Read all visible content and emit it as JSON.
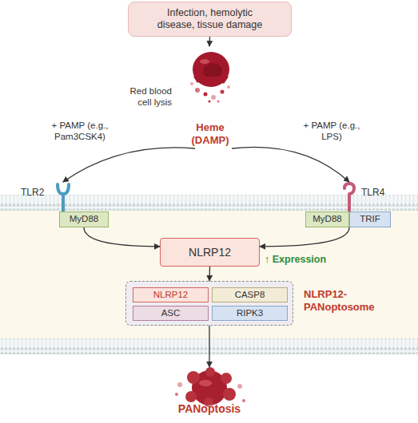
{
  "diagram": {
    "nodes": [
      {
        "text": [
          "Infection, hemolytic disease, tissue damage"
        ]
      },
      {
        "text": [
          "Red blood cell lysis",
          "Heme (DAMP)"
        ]
      },
      {
        "text": [
          "TLR2"
        ]
      },
      {
        "text": [
          "MyD88"
        ]
      },
      {
        "text": [
          "TLR4"
        ]
      },
      {
        "text": [
          "MyD88"
        ]
      },
      {
        "text": [
          "TRIF"
        ]
      },
      {
        "text": [
          "NLRP12"
        ]
      },
      {
        "text": [
          "NLRP12- PANoptosome"
        ]
      },
      {
        "text": [
          "NLRP12"
        ],
        "in": 8
      },
      {
        "text": [
          "CASP8"
        ],
        "in": 8
      },
      {
        "text": [
          "ASC"
        ],
        "in": 8
      },
      {
        "text": [
          "RIPK3"
        ],
        "in": 8
      },
      {
        "text": [
          "PANoptosis"
        ]
      }
    ],
    "edges": [
      {
        "from": 0,
        "to": 1,
        "arrow": "to"
      },
      {
        "from": 1,
        "to": 2,
        "arrow": "to",
        "label": "+ PAMP (e.g., Pam3CSK4)"
      },
      {
        "from": 1,
        "to": 4,
        "arrow": "to",
        "label": "+ PAMP (e.g., LPS)"
      },
      {
        "from": 3,
        "to": 7,
        "arrow": "to"
      },
      {
        "from": 5,
        "to": 7,
        "arrow": "to"
      },
      {
        "from": 7,
        "to": 8,
        "arrow": "to"
      },
      {
        "from": 8,
        "to": 13,
        "arrow": "to"
      }
    ],
    "labels": [
      "↑ Expression"
    ]
  }
}
